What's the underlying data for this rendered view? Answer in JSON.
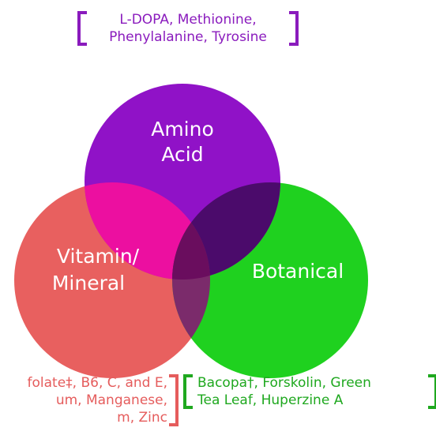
{
  "colors": {
    "amino": "#9012c7",
    "vitamin": "#e8605f",
    "botanical": "#1fd11f",
    "amino_vitamin_overlap": "#ec0fa0",
    "amino_botanical_overlap": "#4b0b6b",
    "vitamin_botanical_overlap": "#7b2b6b",
    "center_overlap": "#6a0d5e",
    "amino_text": "#8a1bbd",
    "vitamin_text": "#e55c5c",
    "botanical_text": "#1fa81f"
  },
  "circles": {
    "amino": {
      "label_lines": [
        "Amino",
        "Acid"
      ]
    },
    "vitamin": {
      "label_lines": [
        "Vitamin/",
        "Mineral"
      ]
    },
    "botanical": {
      "label_lines": [
        "Botanical"
      ]
    }
  },
  "boxes": {
    "amino": {
      "lines": [
        "L-DOPA, Methionine,",
        "Phenylalanine, Tyrosine"
      ]
    },
    "vitamin": {
      "lines": [
        "folate‡, B6, C, and E,",
        "um, Manganese,",
        "m, Zinc"
      ]
    },
    "botanical": {
      "lines": [
        "Bacopa†, Forskolin, Green",
        "Tea Leaf, Huperzine A"
      ]
    }
  }
}
